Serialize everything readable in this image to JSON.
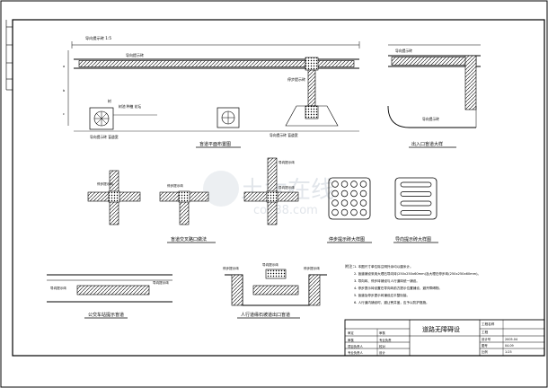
{
  "sheet": {
    "plan_view_caption": "盲道平面布置图",
    "entrance_caption": "出入口盲道大样",
    "cross_caption": "盲道交叉路口做法",
    "stop_tile_caption": "停步提示砖大样图",
    "guide_tile_caption": "导向提示砖大样图",
    "bus_stop_caption": "公交车站提示盲道",
    "crossing_caption": "人行道缘石坡道出口盲道"
  },
  "plan_labels": {
    "top_left": "导向提示砖  1:5",
    "guide_strip": "导向提示砖",
    "stop_strip": "停步提示砖",
    "tree_note": "树池 种植 花坛",
    "tree": "树",
    "left_bottom": "导向提示砖 盲道宽",
    "right_bottom": "导向提示砖 盲道宽"
  },
  "entrance_labels": {
    "top": "导向提示砖",
    "bottom": "导向提示砖"
  },
  "cross_labels": {
    "a": "停步提示砖",
    "b": "停步提示砖",
    "c": "导向提示砖",
    "d": "导向提示砖"
  },
  "bus_labels": {
    "left": "导向提示砖",
    "right": "导向提示砖"
  },
  "crossing_labels": {
    "left": "停步提示砖",
    "center": "导向提示砖",
    "right": "停步提示砖"
  },
  "notes": {
    "title": "附注：",
    "lines": [
      "1. 本图尺寸单位除注明外余均以厘米计。",
      "2. 盲道铺设采用大理石导向砖(250x250x60mm)及大理石停步砖(250x250x60mm)。",
      "3. 导向砖、停步砖铺设与人行道砖统一铺设。",
      "4. 停步提示砖设置在导向砖前方提示位置铺设，避开障碍物。",
      "5. 盲道及停步提示砖铺设应平整衔接。",
      "6. 人行道内铺设时，避让窨井盖，应予以防护措施。"
    ]
  },
  "title_block": {
    "project_label": "工程名称",
    "project_value": "工程",
    "drawing_title": "道路无障碍设",
    "rows": [
      [
        "审定",
        "",
        "审核",
        "",
        "设计号",
        "2005.04"
      ],
      [
        "审核",
        "",
        "专业负责",
        "",
        "图号",
        "04.09"
      ],
      [
        "项目负责人",
        "",
        "校对",
        "",
        "比例",
        "1:25"
      ],
      [
        "专业负责人",
        "",
        "设计",
        "",
        "日期",
        "04.09"
      ]
    ]
  },
  "watermark": {
    "text": "土木在线",
    "sub": "co188.com"
  }
}
